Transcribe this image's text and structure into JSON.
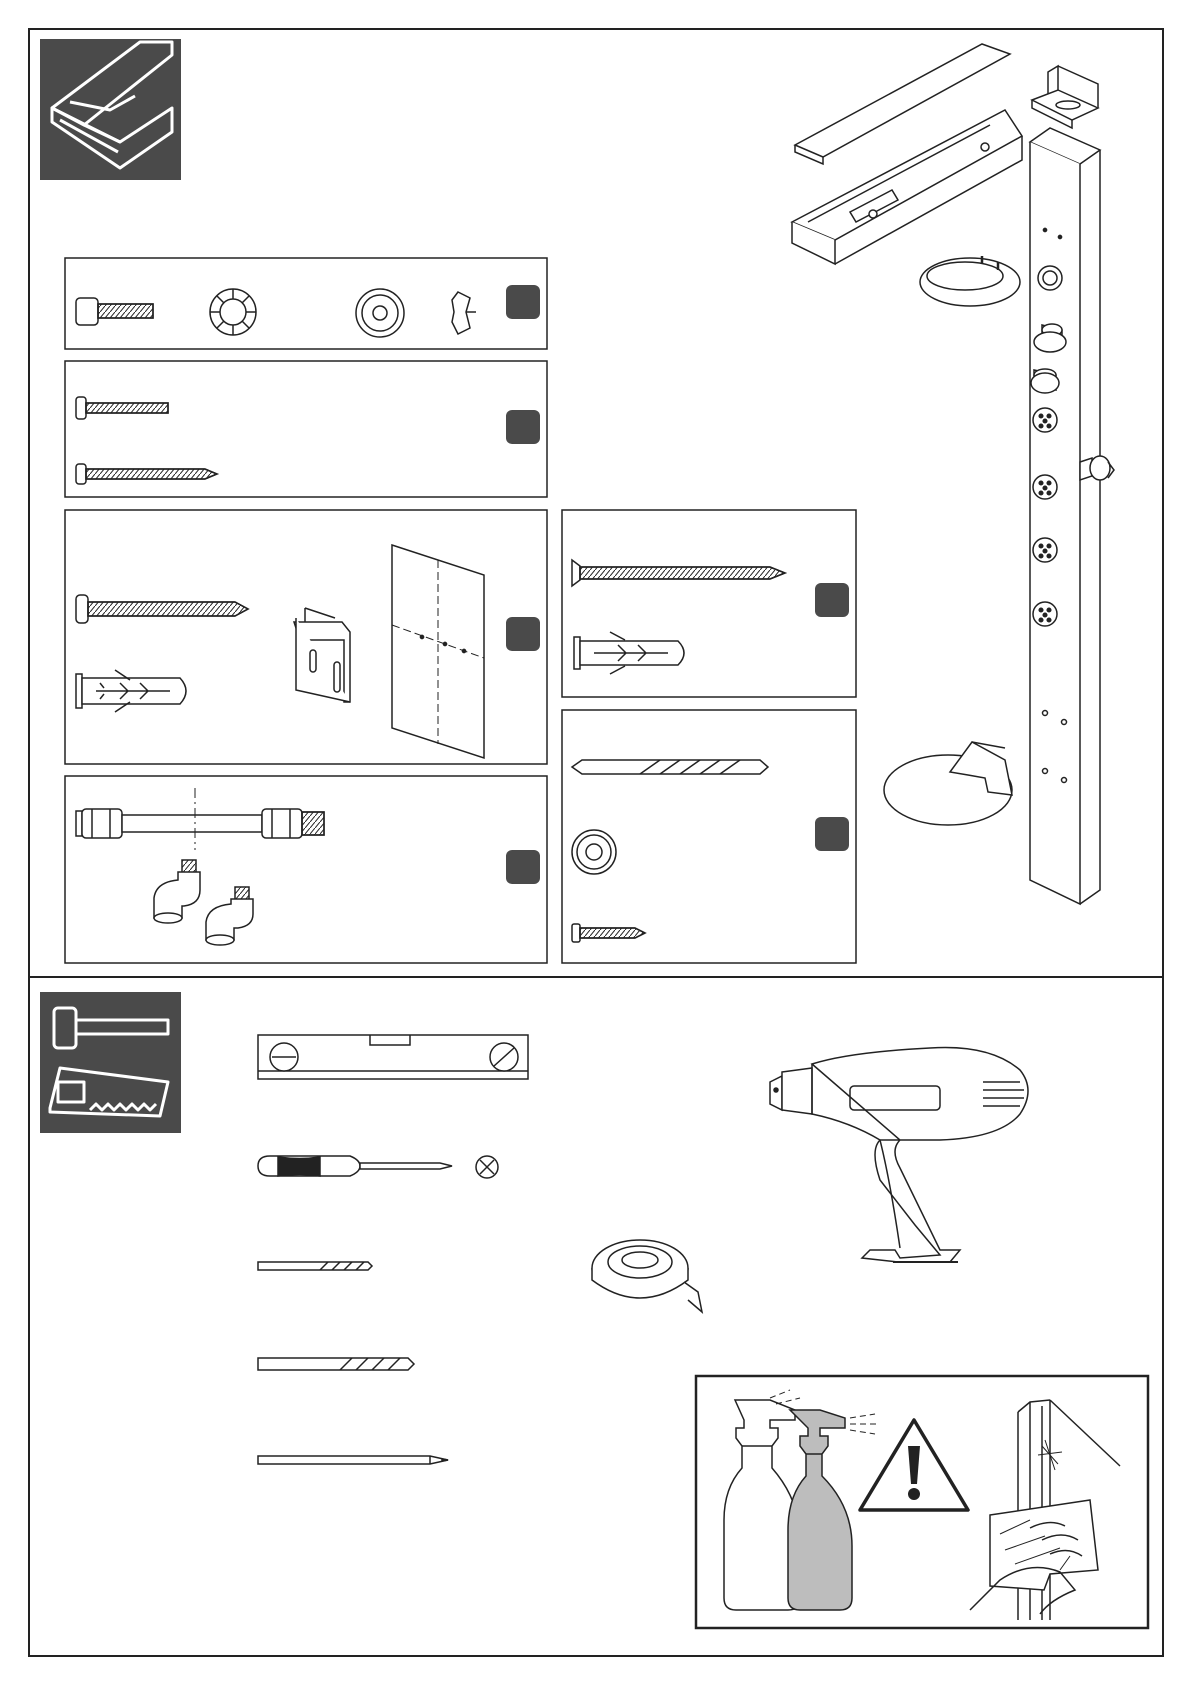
{
  "document": {
    "sections": [
      {
        "id": "parts",
        "icon": "package-box-icon"
      },
      {
        "id": "tools",
        "icon": "tools-hammer-saw-icon"
      }
    ],
    "part_groups": [
      {
        "id": "group-1",
        "items": [
          "hex-socket-bolt-icon",
          "serrated-lock-washer-icon",
          "flat-washer-icon",
          "wing-clip-icon"
        ],
        "badge": "part-group-badge"
      },
      {
        "id": "group-2",
        "items": [
          "machine-screw-icon",
          "wood-screw-icon"
        ],
        "badge": "part-group-badge"
      },
      {
        "id": "group-3",
        "items": [
          "long-wood-screw-icon",
          "wall-plug-icon",
          "mounting-bracket-icon",
          "drilling-template-icon"
        ],
        "badge": "part-group-badge"
      },
      {
        "id": "group-4",
        "items": [
          "long-countersunk-screw-icon",
          "wall-plug-icon"
        ],
        "badge": "part-group-badge"
      },
      {
        "id": "group-5",
        "items": [
          "braided-hose-icon",
          "elbow-connector-icon",
          "elbow-connector-icon"
        ],
        "badge": "part-group-badge"
      },
      {
        "id": "group-6",
        "items": [
          "masonry-drill-bit-icon",
          "cover-rosette-icon",
          "short-screw-icon"
        ],
        "badge": "part-group-badge"
      }
    ],
    "main_assembly": [
      "overhead-shower-cover-icon",
      "overhead-shower-tray-icon",
      "wall-bracket-icon",
      "shower-column-icon",
      "soap-dish-icon",
      "handshower-holder-icon",
      "foot-rest-icon"
    ],
    "tools": [
      "spirit-level-icon",
      "phillips-screwdriver-icon",
      "phillips-head-symbol-icon",
      "small-drill-bit-icon",
      "large-drill-bit-icon",
      "pencil-icon",
      "ptfe-tape-icon",
      "power-drill-icon"
    ],
    "warning": [
      "spray-bottle-icon",
      "spray-bottle-icon",
      "warning-triangle-icon",
      "cleaning-glass-hand-icon"
    ],
    "colors": {
      "line": "#222222",
      "badge": "#4a4a4a",
      "section_icon_bg": "#4a4a4a",
      "paper": "#ffffff",
      "bottle_fill": "#bdbdbd"
    }
  }
}
